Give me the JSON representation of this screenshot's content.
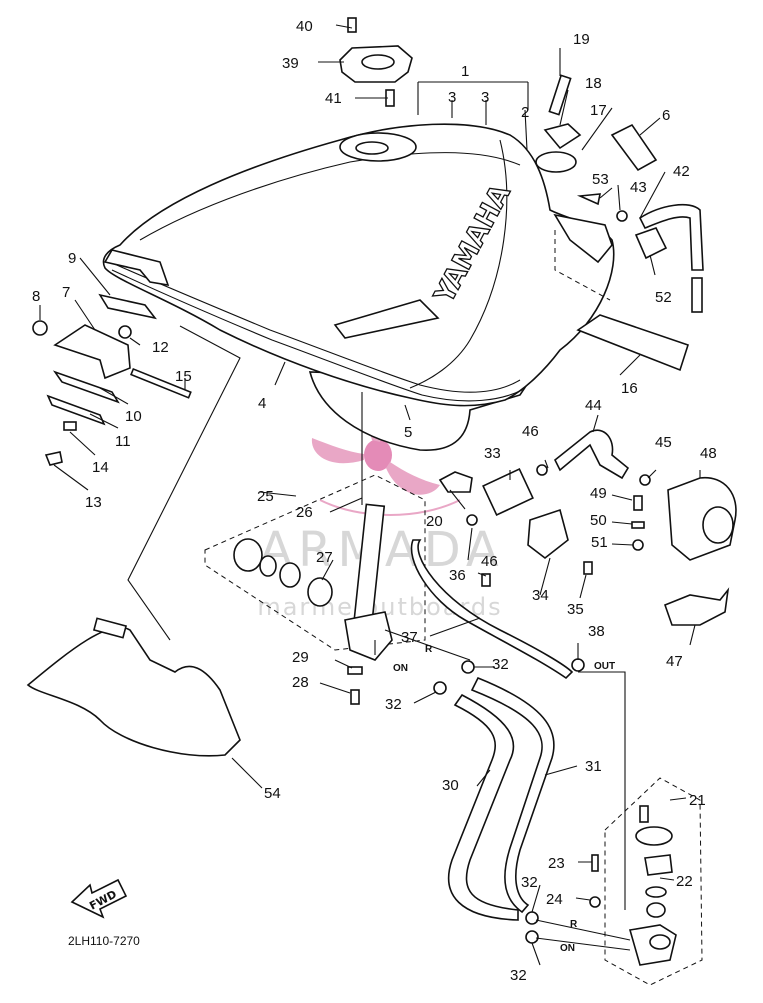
{
  "callouts": [
    {
      "id": "c1",
      "text": "1"
    },
    {
      "id": "c2",
      "text": "2"
    },
    {
      "id": "c3a",
      "text": "3"
    },
    {
      "id": "c3b",
      "text": "3"
    },
    {
      "id": "c4",
      "text": "4"
    },
    {
      "id": "c5",
      "text": "5"
    },
    {
      "id": "c6",
      "text": "6"
    },
    {
      "id": "c7",
      "text": "7"
    },
    {
      "id": "c8",
      "text": "8"
    },
    {
      "id": "c9",
      "text": "9"
    },
    {
      "id": "c10",
      "text": "10"
    },
    {
      "id": "c11",
      "text": "11"
    },
    {
      "id": "c12",
      "text": "12"
    },
    {
      "id": "c13",
      "text": "13"
    },
    {
      "id": "c14",
      "text": "14"
    },
    {
      "id": "c15",
      "text": "15"
    },
    {
      "id": "c16",
      "text": "16"
    },
    {
      "id": "c17",
      "text": "17"
    },
    {
      "id": "c18",
      "text": "18"
    },
    {
      "id": "c19",
      "text": "19"
    },
    {
      "id": "c20",
      "text": "20"
    },
    {
      "id": "c21",
      "text": "21"
    },
    {
      "id": "c22",
      "text": "22"
    },
    {
      "id": "c23",
      "text": "23"
    },
    {
      "id": "c24",
      "text": "24"
    },
    {
      "id": "c25",
      "text": "25"
    },
    {
      "id": "c26",
      "text": "26"
    },
    {
      "id": "c27",
      "text": "27"
    },
    {
      "id": "c28",
      "text": "28"
    },
    {
      "id": "c29",
      "text": "29"
    },
    {
      "id": "c30",
      "text": "30"
    },
    {
      "id": "c31",
      "text": "31"
    },
    {
      "id": "c32a",
      "text": "32"
    },
    {
      "id": "c32b",
      "text": "32"
    },
    {
      "id": "c32c",
      "text": "32"
    },
    {
      "id": "c32d",
      "text": "32"
    },
    {
      "id": "c33",
      "text": "33"
    },
    {
      "id": "c34",
      "text": "34"
    },
    {
      "id": "c35",
      "text": "35"
    },
    {
      "id": "c36",
      "text": "36"
    },
    {
      "id": "c37",
      "text": "37"
    },
    {
      "id": "c38",
      "text": "38"
    },
    {
      "id": "c39",
      "text": "39"
    },
    {
      "id": "c40",
      "text": "40"
    },
    {
      "id": "c41",
      "text": "41"
    },
    {
      "id": "c42",
      "text": "42"
    },
    {
      "id": "c43",
      "text": "43"
    },
    {
      "id": "c44",
      "text": "44"
    },
    {
      "id": "c45",
      "text": "45"
    },
    {
      "id": "c46a",
      "text": "46"
    },
    {
      "id": "c46b",
      "text": "46"
    },
    {
      "id": "c47",
      "text": "47"
    },
    {
      "id": "c48",
      "text": "48"
    },
    {
      "id": "c49",
      "text": "49"
    },
    {
      "id": "c50",
      "text": "50"
    },
    {
      "id": "c51",
      "text": "51"
    },
    {
      "id": "c52",
      "text": "52"
    },
    {
      "id": "c53",
      "text": "53"
    },
    {
      "id": "c54",
      "text": "54"
    }
  ],
  "small_labels": {
    "on_left": "ON",
    "r_left": "R",
    "out": "OUT",
    "r_right": "R",
    "on_right": "ON"
  },
  "tank_brand": "YAMAHA",
  "fwd_label": "FWD",
  "diagram_code": "2LH110-7270",
  "watermark": {
    "brand": "ARMADA",
    "subtitle": "marine outboards",
    "logo_color": "#e9a7c6",
    "text_color": "#d7d7d7"
  }
}
